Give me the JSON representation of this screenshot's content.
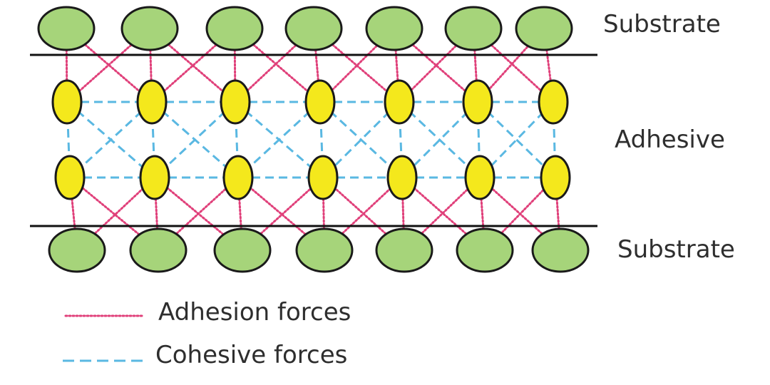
{
  "labels": {
    "top_substrate": "Substrate",
    "adhesive": "Adhesive",
    "bottom_substrate": "Substrate"
  },
  "legend": {
    "adhesion": "Adhesion forces",
    "cohesion": "Cohesive forces"
  },
  "colors": {
    "substrate_fill": "#a6d47a",
    "adhesive_fill": "#f4e81c",
    "outline": "#1a1a1a",
    "adhesion_line": "#e0407a",
    "cohesion_line": "#5ab8e2",
    "boundary_line": "#111111"
  },
  "diagram": {
    "substrate_particle_count_top": 7,
    "adhesive_particle_count_per_row": 7,
    "adhesive_rows": 2,
    "substrate_particle_count_bottom": 7
  }
}
